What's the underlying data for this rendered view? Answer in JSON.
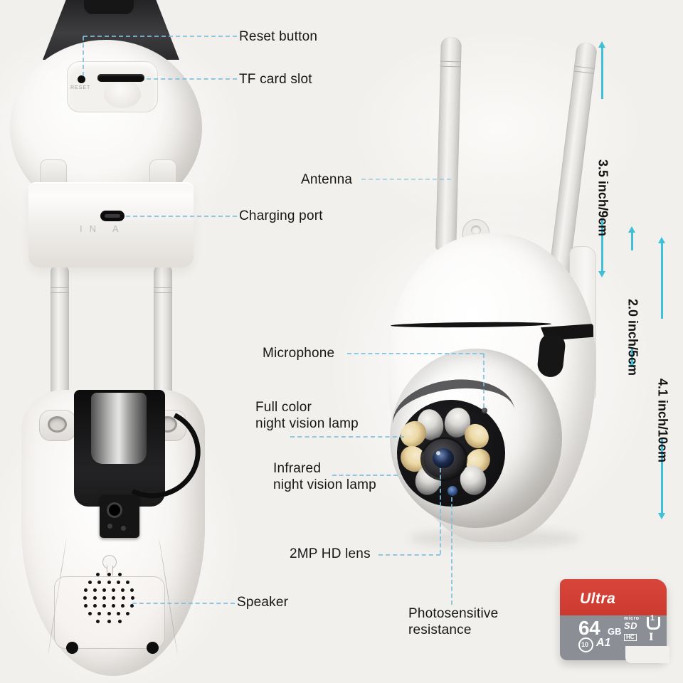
{
  "product_labels": {
    "reset": "Reset button",
    "tf": "TF card slot",
    "antenna": "Antenna",
    "charging": "Charging port",
    "microphone": "Microphone",
    "fullcolor_line1": "Full color",
    "fullcolor_line2": "night vision lamp",
    "infrared_line1": "Infrared",
    "infrared_line2": "night vision lamp",
    "lens": "2MP HD lens",
    "photosensitive_line1": "Photosensitive",
    "photosensitive_line2": "resistance",
    "speaker": "Speaker"
  },
  "dimensions": {
    "antenna_height": "3.5 inch/9cm",
    "head_width": "2.0 inch/5cm",
    "body_height": "4.1 inch/10cm"
  },
  "device_markings": {
    "reset_engraving": "RESET",
    "base_engraving": "IN A"
  },
  "sd_card": {
    "brand": "Ultra",
    "capacity": "64",
    "capacity_unit": "GB",
    "speed_class": "10",
    "app_class": "A1",
    "type_line1": "micro",
    "type_line2": "SD",
    "type_line3": "HC",
    "uhs_class": "1",
    "bus_marker": "I"
  },
  "colors": {
    "background": "#f1f0ed",
    "leader_line": "#7ec0dd",
    "dimension_line": "#3fc0da",
    "sd_red": "#d23e33",
    "sd_gray": "#8b8e94",
    "led_infrared": "#dad9d6",
    "led_fullcolor": "#ecd9a6"
  }
}
